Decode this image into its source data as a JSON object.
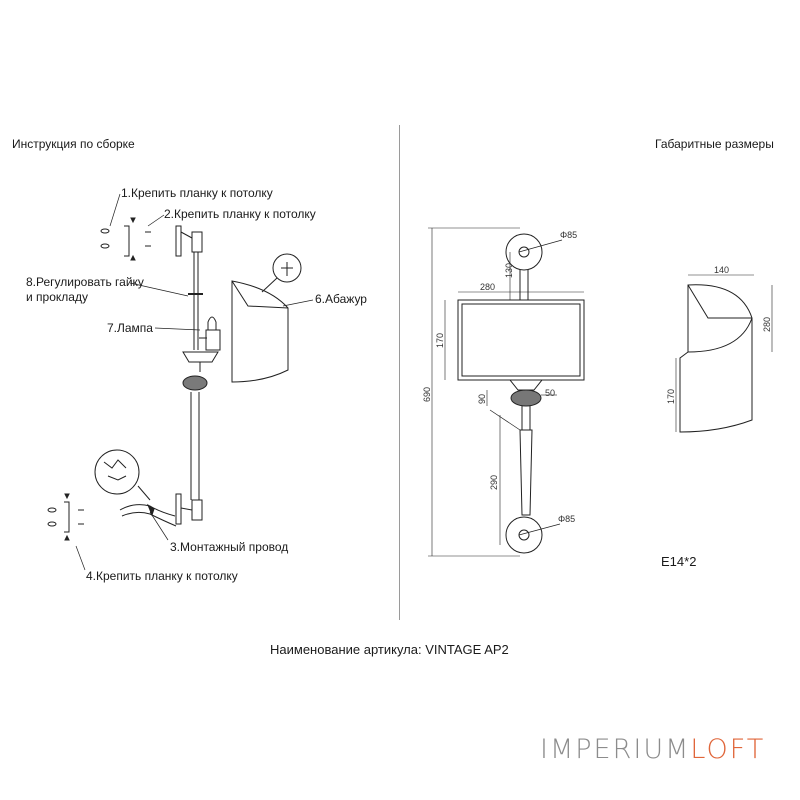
{
  "left_title": "Инструкция по сборке",
  "right_title": "Габаритные размеры",
  "steps": {
    "s1": "1.Крепить планку к потолку",
    "s2": "2.Крепить планку к потолку",
    "s8a": "8.Регулировать гайку",
    "s8b": "и прокладу",
    "s7": "7.Лампа",
    "s6": "6.Абажур",
    "s3": "3.Монтажный провод",
    "s4": "4.Крепить планку к потолку"
  },
  "dims": {
    "d85_top": "Φ85",
    "d130": "130",
    "d280": "280",
    "d170": "170",
    "d690": "690",
    "d90": "90",
    "d50": "50",
    "d290": "290",
    "d85_bottom": "Φ85",
    "side_140": "140",
    "side_280": "280",
    "side_170": "170"
  },
  "bulb": "E14*2",
  "article": "Наименование артикула: VINTAGE AP2",
  "logo": {
    "part1": "IMPERIUM",
    "part2": "LOFT",
    "accent": "#e0663a"
  }
}
